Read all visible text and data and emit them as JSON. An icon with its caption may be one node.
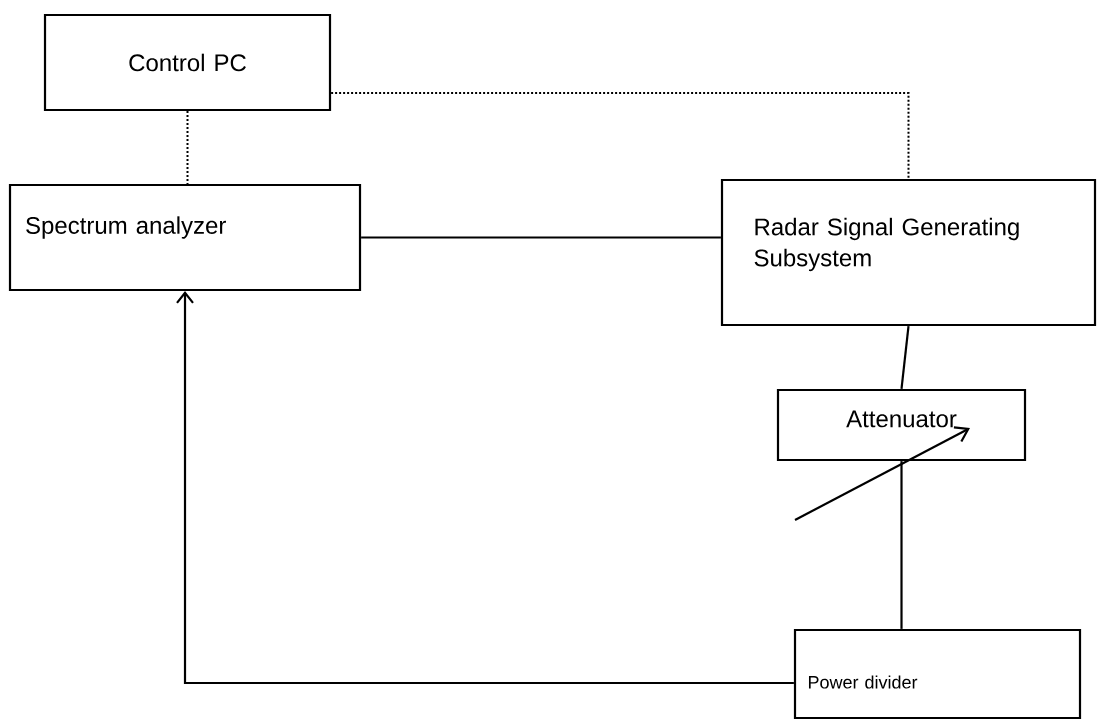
{
  "diagram": {
    "nodes": [
      {
        "text": [
          "Control PC"
        ]
      },
      {
        "text": [
          "Spectrum analyzer"
        ]
      },
      {
        "text": [
          "Radar Signal Generating Subsystem"
        ]
      },
      {
        "text": [
          "Attenuator"
        ]
      },
      {
        "text": [
          "Power divider"
        ]
      }
    ],
    "edges": [
      {
        "from": 0,
        "to": 1,
        "arrow": "none",
        "style": "dashed"
      },
      {
        "from": 0,
        "to": 2,
        "arrow": "none",
        "style": "dashed"
      },
      {
        "from": 1,
        "to": 2,
        "arrow": "none"
      },
      {
        "from": 2,
        "to": 3,
        "arrow": "none"
      },
      {
        "from": 3,
        "to": 4,
        "arrow": "none"
      },
      {
        "from": 4,
        "to": 1,
        "arrow": "to"
      }
    ]
  }
}
